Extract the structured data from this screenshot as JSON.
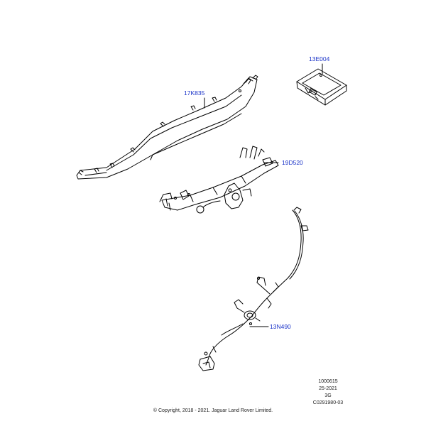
{
  "callouts": {
    "bumper_valance": "17K835",
    "control_module": "13E004",
    "tow_bar": "19D520",
    "wiring_harness": "13N490"
  },
  "meta": {
    "line1": "1000615",
    "line2": "25-2021",
    "line3": "3G",
    "line4": "C0291980-03"
  },
  "copyright": "© Copyright, 2018 - 2021. Jaguar Land Rover Limited.",
  "colors": {
    "callout_text": "#1a33c8",
    "line_art": "#000000"
  }
}
